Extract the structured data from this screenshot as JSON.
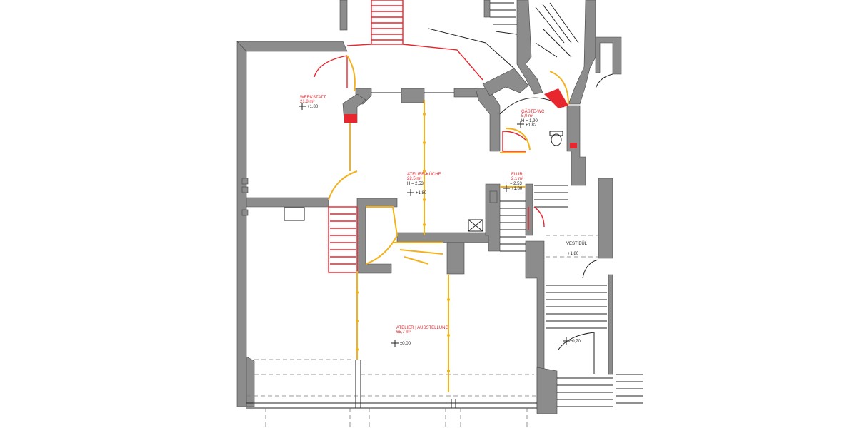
{
  "rooms": {
    "werkstatt": {
      "name": "WERKSTATT",
      "area": "21,8 m²",
      "level": "+1,80"
    },
    "atelier_kueche": {
      "name": "ATELIER-KÜCHE",
      "area": "22,5 m²",
      "height": "H = 2,53",
      "level": "+1,80"
    },
    "gaeste_wc": {
      "name": "GÄSTE-WC",
      "area": "5,0 m²",
      "height": "H = 1,90",
      "level": "+1,82"
    },
    "flur": {
      "name": "FLUR",
      "area": "2,1 m²",
      "height": "H = 2,53",
      "level": "+1,80"
    },
    "vestibuel": {
      "name": "VESTIBÜL",
      "level": "+1,80"
    },
    "atelier_ausstellung": {
      "name": "ATELIER | AUSSTELLUNG",
      "area": "65,7 m²",
      "level": "±0,00"
    },
    "entrance": {
      "level": "±0,70"
    }
  },
  "colors": {
    "wall": "#8c8c8c",
    "new_element": "#e8262d",
    "demolition_axis": "#f3b21c"
  }
}
